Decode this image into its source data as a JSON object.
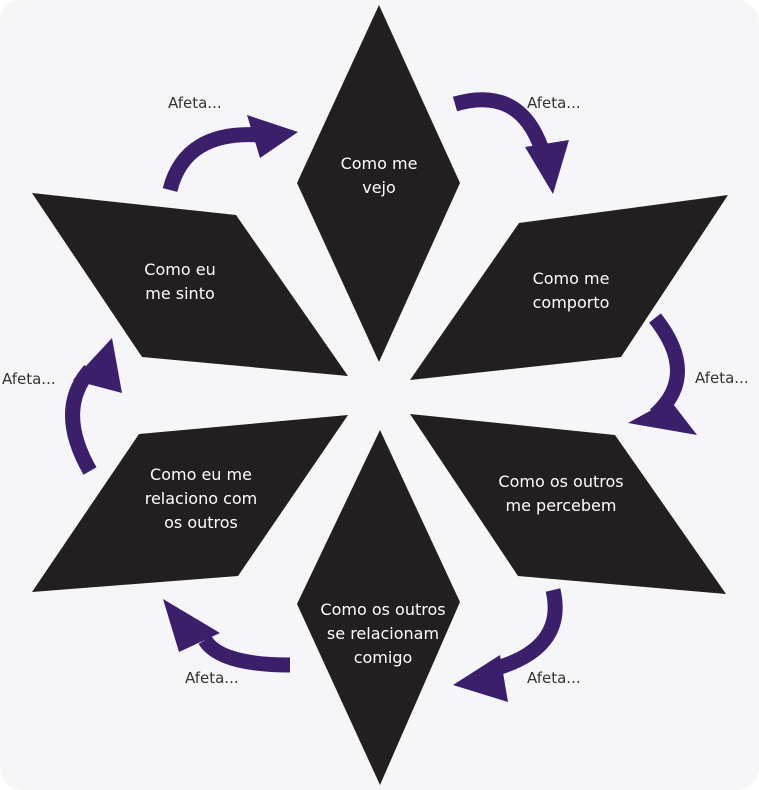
{
  "colors": {
    "background": "#f6f6f8",
    "petal": "#231f20",
    "petal_text": "#ffffff",
    "arrow": "#3b1f6b",
    "arrow_label": "#333333"
  },
  "petals": [
    {
      "id": "como-me-vejo",
      "label": "Como me\nvejo"
    },
    {
      "id": "como-me-comporto",
      "label": "Como me\ncomporto"
    },
    {
      "id": "como-os-outros-me-percebem",
      "label": "Como os outros\nme percebem"
    },
    {
      "id": "como-os-outros-se-relacionam-comigo",
      "label": "Como os outros\nse relacionam\ncomigo"
    },
    {
      "id": "como-eu-me-relaciono-com-os-outros",
      "label": "Como eu me\nrelaciono com\nos outros"
    },
    {
      "id": "como-eu-me-sinto",
      "label": "Como eu\nme sinto"
    }
  ],
  "arrows": [
    {
      "id": "top-right",
      "icon": "curved-arrow-clockwise",
      "label": "Afeta..."
    },
    {
      "id": "right",
      "icon": "curved-arrow-clockwise",
      "label": "Afeta..."
    },
    {
      "id": "bottom-right",
      "icon": "curved-arrow-clockwise",
      "label": "Afeta..."
    },
    {
      "id": "bottom-left",
      "icon": "curved-arrow-clockwise",
      "label": "Afeta..."
    },
    {
      "id": "left",
      "icon": "curved-arrow-clockwise",
      "label": "Afeta..."
    },
    {
      "id": "top-left",
      "icon": "curved-arrow-clockwise",
      "label": "Afeta..."
    }
  ]
}
